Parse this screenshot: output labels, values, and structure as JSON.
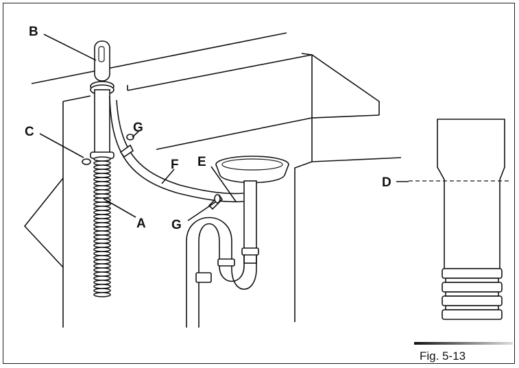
{
  "figure": {
    "caption": "Fig. 5-13",
    "labels": {
      "A": "A",
      "B": "B",
      "C": "C",
      "D": "D",
      "E": "E",
      "F": "F",
      "G1": "G",
      "G2": "G"
    }
  }
}
